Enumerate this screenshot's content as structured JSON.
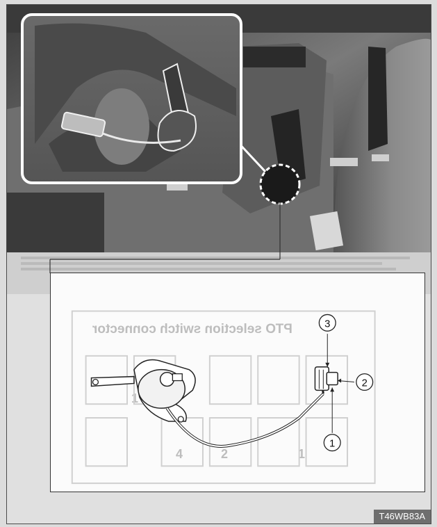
{
  "figure_code": "T46WB83A",
  "callouts": [
    {
      "num": "3"
    },
    {
      "num": "2"
    },
    {
      "num": "1"
    }
  ],
  "bleed_through": {
    "heading": "PTO selection switch connector",
    "cells": [
      "1",
      "2",
      "4",
      "1"
    ]
  },
  "colors": {
    "page": "#dcdcdc",
    "photo_dark": "#2f2f2f",
    "frame": "#4a4a4a",
    "diagram_bg": "#fbfbfb",
    "label_bg": "#6e6e6e"
  }
}
